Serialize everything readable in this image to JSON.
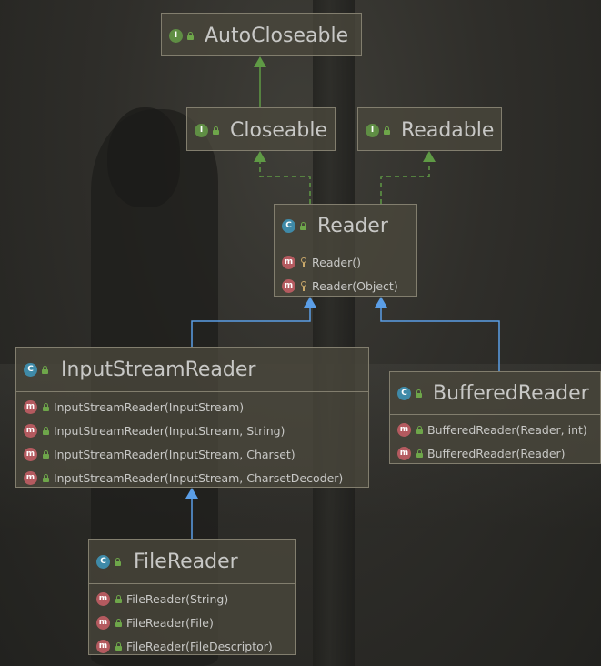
{
  "colors": {
    "implements_arrow": "#5f9a45",
    "extends_arrow": "#5b9ee6",
    "interface_badge": "#5f8e44",
    "class_badge": "#3f8aa8",
    "method_badge": "#b45a5f"
  },
  "nodes": {
    "autocloseable": {
      "kind": "I",
      "name": "AutoCloseable",
      "members": []
    },
    "closeable": {
      "kind": "I",
      "name": "Closeable",
      "members": []
    },
    "readable": {
      "kind": "I",
      "name": "Readable",
      "members": []
    },
    "reader": {
      "kind": "C",
      "name": "Reader",
      "members": [
        {
          "badge": "m",
          "visibility": "protected",
          "label": "Reader()"
        },
        {
          "badge": "m",
          "visibility": "protected",
          "label": "Reader(Object)"
        }
      ]
    },
    "inputstreamreader": {
      "kind": "C",
      "name": "InputStreamReader",
      "members": [
        {
          "badge": "m",
          "visibility": "public",
          "label": "InputStreamReader(InputStream)"
        },
        {
          "badge": "m",
          "visibility": "public",
          "label": "InputStreamReader(InputStream, String)"
        },
        {
          "badge": "m",
          "visibility": "public",
          "label": "InputStreamReader(InputStream, Charset)"
        },
        {
          "badge": "m",
          "visibility": "public",
          "label": "InputStreamReader(InputStream, CharsetDecoder)"
        }
      ]
    },
    "bufferedreader": {
      "kind": "C",
      "name": "BufferedReader",
      "members": [
        {
          "badge": "m",
          "visibility": "public",
          "label": "BufferedReader(Reader, int)"
        },
        {
          "badge": "m",
          "visibility": "public",
          "label": "BufferedReader(Reader)"
        }
      ]
    },
    "filereader": {
      "kind": "C",
      "name": "FileReader",
      "members": [
        {
          "badge": "m",
          "visibility": "public",
          "label": "FileReader(String)"
        },
        {
          "badge": "m",
          "visibility": "public",
          "label": "FileReader(File)"
        },
        {
          "badge": "m",
          "visibility": "public",
          "label": "FileReader(FileDescriptor)"
        }
      ]
    }
  },
  "edges": [
    {
      "from": "closeable",
      "to": "autocloseable",
      "type": "extends-interface"
    },
    {
      "from": "reader",
      "to": "closeable",
      "type": "implements"
    },
    {
      "from": "reader",
      "to": "readable",
      "type": "implements"
    },
    {
      "from": "inputstreamreader",
      "to": "reader",
      "type": "extends"
    },
    {
      "from": "bufferedreader",
      "to": "reader",
      "type": "extends"
    },
    {
      "from": "filereader",
      "to": "inputstreamreader",
      "type": "extends"
    }
  ]
}
